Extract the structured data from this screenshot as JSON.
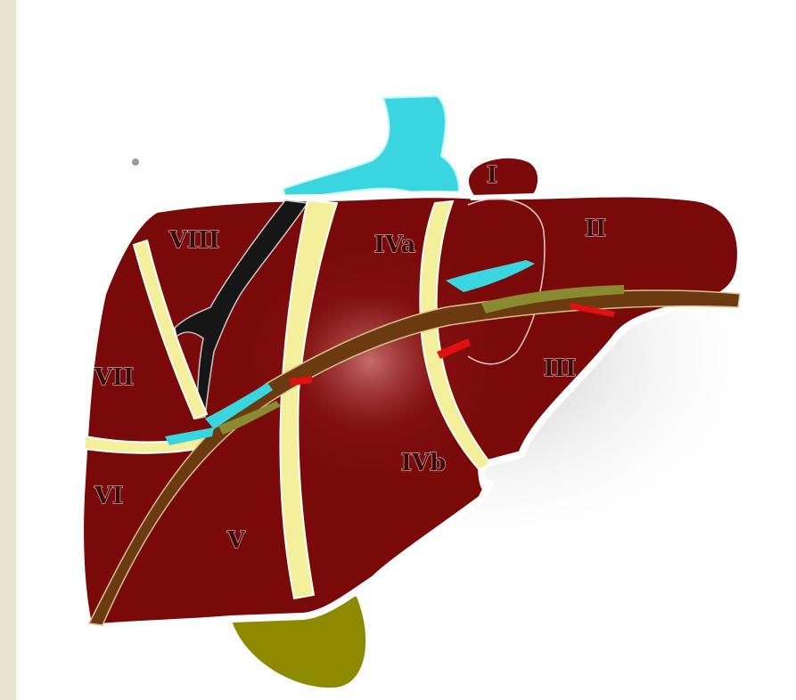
{
  "diagram": {
    "segments": [
      {
        "id": "I",
        "label": "I"
      },
      {
        "id": "II",
        "label": "II"
      },
      {
        "id": "III",
        "label": "III"
      },
      {
        "id": "IVa",
        "label": "IVa"
      },
      {
        "id": "IVb",
        "label": "IVb"
      },
      {
        "id": "V",
        "label": "V"
      },
      {
        "id": "VI",
        "label": "VI"
      },
      {
        "id": "VII",
        "label": "VII"
      },
      {
        "id": "VIII",
        "label": "VIII"
      }
    ],
    "colors": {
      "parenchyma": "#7a0a0a",
      "parenchyma_light": "#a53a3a",
      "fissure": "#f3ef9a",
      "hepatic_vein": "#1a1a1a",
      "vena_cava": "#3ad6e0",
      "portal_band": "#6b3a10",
      "gallbladder": "#8e8a00",
      "artery": "#e01010",
      "background_tint": "#e9e3d2"
    }
  }
}
